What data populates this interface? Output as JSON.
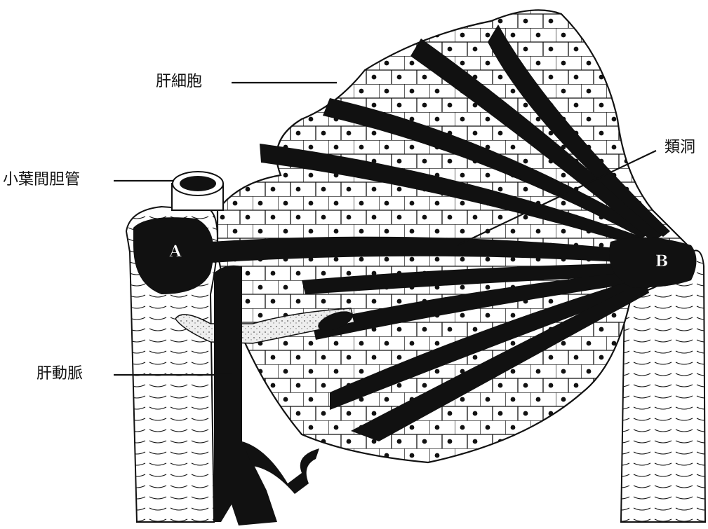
{
  "labels": {
    "hepatocyte": "肝細胞",
    "sinusoid": "類洞",
    "bile_duct": "小葉間胆管",
    "hepatic_artery": "肝動脈"
  },
  "markers": {
    "a": "A",
    "b": "B"
  },
  "colors": {
    "ink": "#111111",
    "paper": "#ffffff",
    "duct_stipple": "#d8d8d8"
  }
}
